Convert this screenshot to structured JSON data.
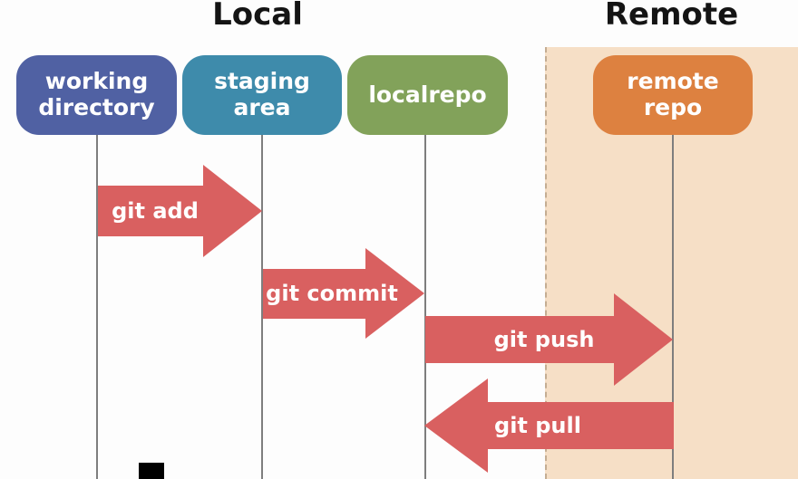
{
  "diagram": {
    "sections": {
      "local_title": "Local",
      "remote_title": "Remote"
    },
    "nodes": [
      {
        "id": "working-directory",
        "label": "working directory",
        "color": "#5061a3"
      },
      {
        "id": "staging-area",
        "label": "staging area",
        "color": "#3e8bab"
      },
      {
        "id": "localrepo",
        "label": "localrepo",
        "color": "#82a25a"
      },
      {
        "id": "remote-repo",
        "label": "remote repo",
        "color": "#dd8140"
      }
    ],
    "arrows": [
      {
        "label": "git add",
        "from": "working directory",
        "to": "staging area",
        "direction": "right"
      },
      {
        "label": "git commit",
        "from": "staging area",
        "to": "localrepo",
        "direction": "right"
      },
      {
        "label": "git push",
        "from": "localrepo",
        "to": "remote repo",
        "direction": "right"
      },
      {
        "label": "git pull",
        "from": "remote repo",
        "to": "localrepo",
        "direction": "left"
      }
    ],
    "colors": {
      "arrow": "#d96060",
      "remote_background": "#f6dfc6",
      "lifeline": "#7e7e7e",
      "title_text": "#141414",
      "node_text": "#ffffff"
    }
  }
}
